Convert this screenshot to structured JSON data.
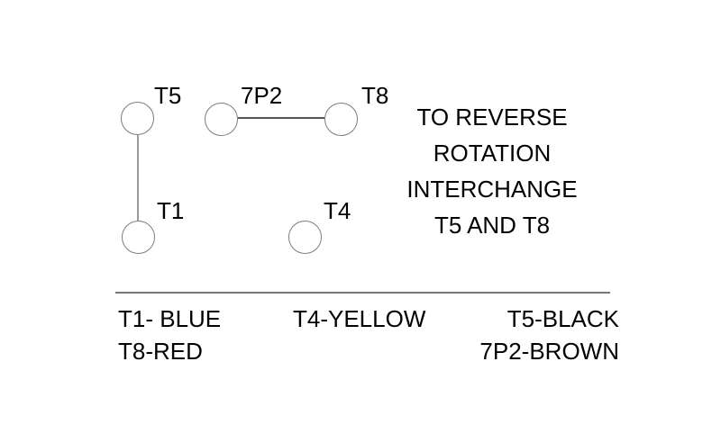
{
  "diagram": {
    "terminals": [
      {
        "id": "T5",
        "label": "T5"
      },
      {
        "id": "T1",
        "label": "T1"
      },
      {
        "id": "7P2",
        "label": "7P2"
      },
      {
        "id": "T8",
        "label": "T8"
      },
      {
        "id": "T4",
        "label": "T4"
      }
    ],
    "connections": [
      {
        "from": "T5",
        "to": "T1"
      },
      {
        "from": "7P2",
        "to": "T8"
      }
    ],
    "note": {
      "lines": [
        "TO REVERSE",
        "ROTATION",
        "INTERCHANGE",
        "T5 AND T8"
      ]
    }
  },
  "legend": {
    "entries": [
      {
        "terminal": "T1",
        "text": "T1- BLUE"
      },
      {
        "terminal": "T4",
        "text": "T4-YELLOW"
      },
      {
        "terminal": "T5",
        "text": "T5-BLACK"
      },
      {
        "terminal": "T8",
        "text": "T8-RED"
      },
      {
        "terminal": "7P2",
        "text": "7P2-BROWN"
      }
    ]
  },
  "colors": {
    "background": "#ffffff",
    "text": "#000000",
    "circle_stroke": "#7d7d7d",
    "wire_vertical": "#9a9a9a",
    "wire_horizontal": "#555555",
    "divider": "#787878"
  }
}
